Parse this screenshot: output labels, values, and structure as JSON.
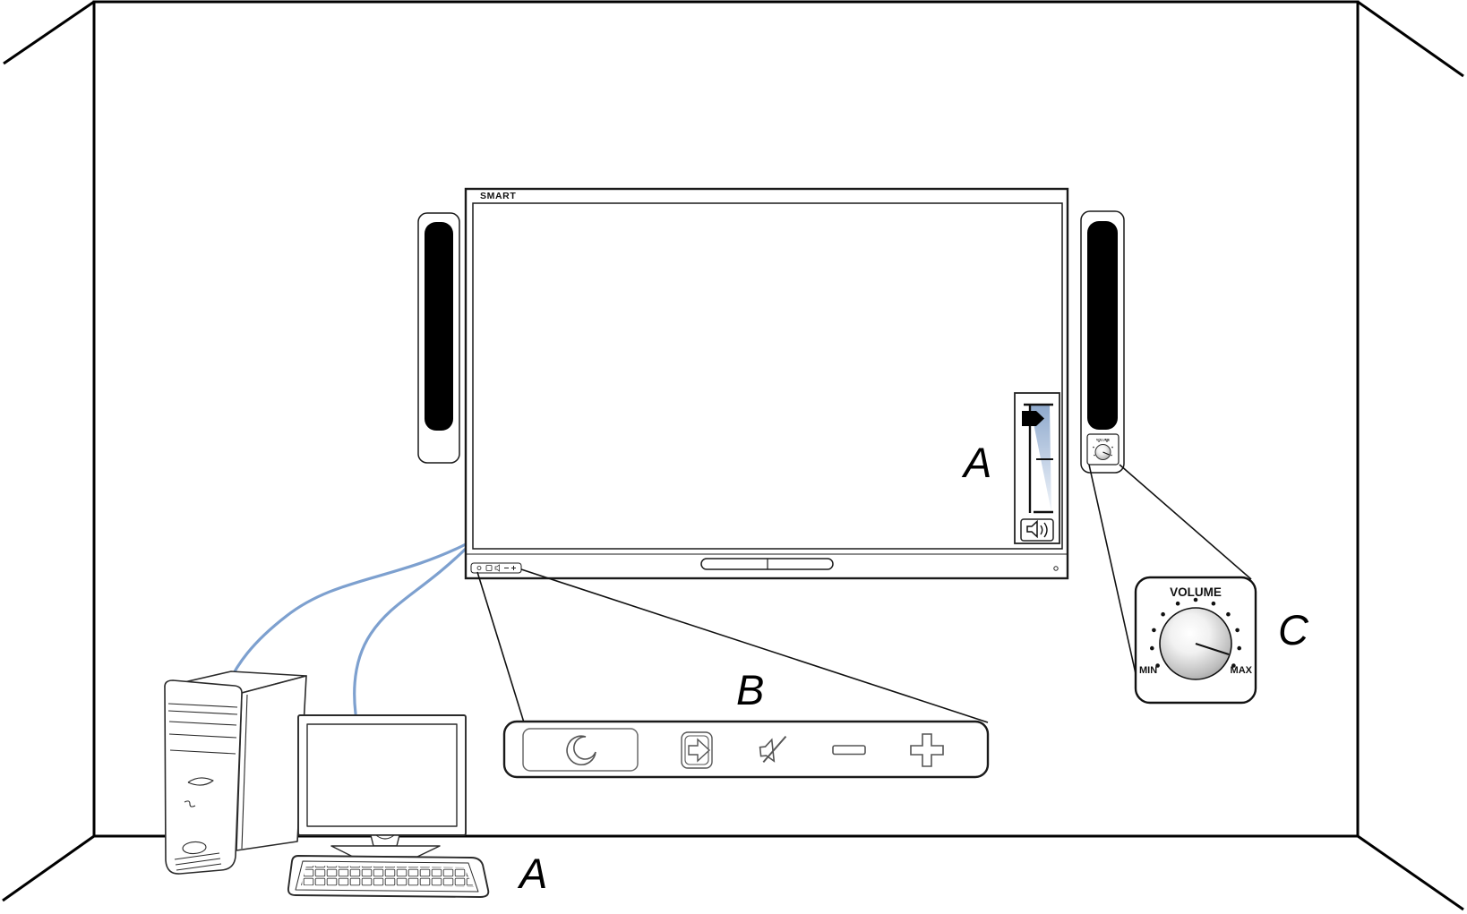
{
  "scene": {
    "type": "interactive-display-installation-diagram",
    "display": {
      "brand_logo": "SMART"
    },
    "labels": {
      "onscreen_volume_slider": "A",
      "front_control_panel": "B",
      "external_volume_knob": "C",
      "computer": "A"
    },
    "front_control_panel": {
      "buttons": [
        {
          "id": "standby",
          "icon": "moon-icon"
        },
        {
          "id": "input-select",
          "icon": "input-arrow-icon"
        },
        {
          "id": "mute",
          "icon": "speaker-mute-icon"
        },
        {
          "id": "volume-down",
          "icon": "minus-icon"
        },
        {
          "id": "volume-up",
          "icon": "plus-icon"
        }
      ]
    },
    "onscreen_volume_slider": {
      "icon": "speaker-sound-icon",
      "thumb": "slider-arrow-thumb",
      "level": "high"
    },
    "volume_knob_panel": {
      "title": "VOLUME",
      "min": "MIN",
      "max": "MAX"
    },
    "colors": {
      "cable_blue": "#7da0cf",
      "line": "#1a1a1a",
      "slider_fill_top": "#8fa9cc",
      "speaker_grille": "#000000"
    }
  }
}
